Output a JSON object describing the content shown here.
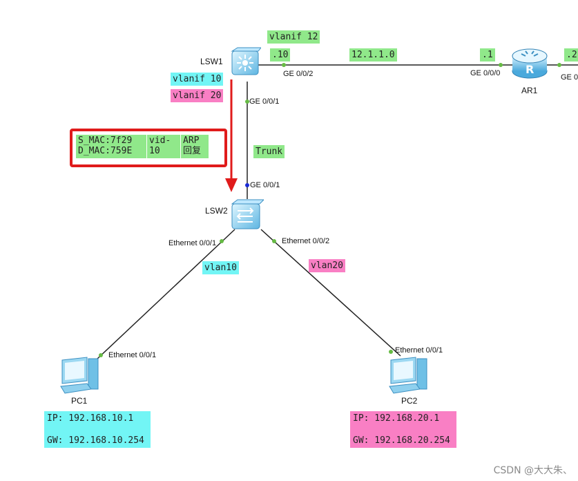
{
  "vlanif12": "vlanif 12",
  "vlanif10": "vlanif 10",
  "vlanif20": "vlanif 20",
  "lsw1_ip": ".10",
  "net_ip": "12.1.1.0",
  "ar1_ip": ".1",
  "ar1_ip2": ".2",
  "trunk": "Trunk",
  "vlan10": "vlan10",
  "vlan20": "vlan20",
  "devices": {
    "lsw1": "LSW1",
    "lsw2": "LSW2",
    "ar1": "AR1",
    "pc1": "PC1",
    "pc2": "PC2"
  },
  "ports": {
    "lsw1_ge002": "GE 0/0/2",
    "lsw1_ge001": "GE 0/0/1",
    "ar1_ge000": "GE 0/0/0",
    "ar1_right": "GE 0",
    "lsw2_ge001": "GE 0/0/1",
    "lsw2_e1": "Ethernet 0/0/1",
    "lsw2_e2": "Ethernet 0/0/2",
    "pc1_e": "Ethernet 0/0/1",
    "pc2_e": "Ethernet 0/0/1"
  },
  "frame": {
    "mac1": "S_MAC:7f29",
    "mac2": "D_MAC:759E",
    "vid1": "vid-",
    "vid2": "10",
    "type1": "ARP",
    "type2": "回复"
  },
  "pc1": {
    "ip": "IP: 192.168.10.1",
    "gw": "GW: 192.168.10.254"
  },
  "pc2": {
    "ip": "IP: 192.168.20.1",
    "gw": "GW: 192.168.20.254"
  },
  "watermark": "CSDN @大大朱、",
  "colors": {
    "green": "#90e88a",
    "cyan": "#72f5f5",
    "pink": "#f97fc4",
    "arrow": "#e01b1b",
    "port_dot": "#66bb44"
  }
}
